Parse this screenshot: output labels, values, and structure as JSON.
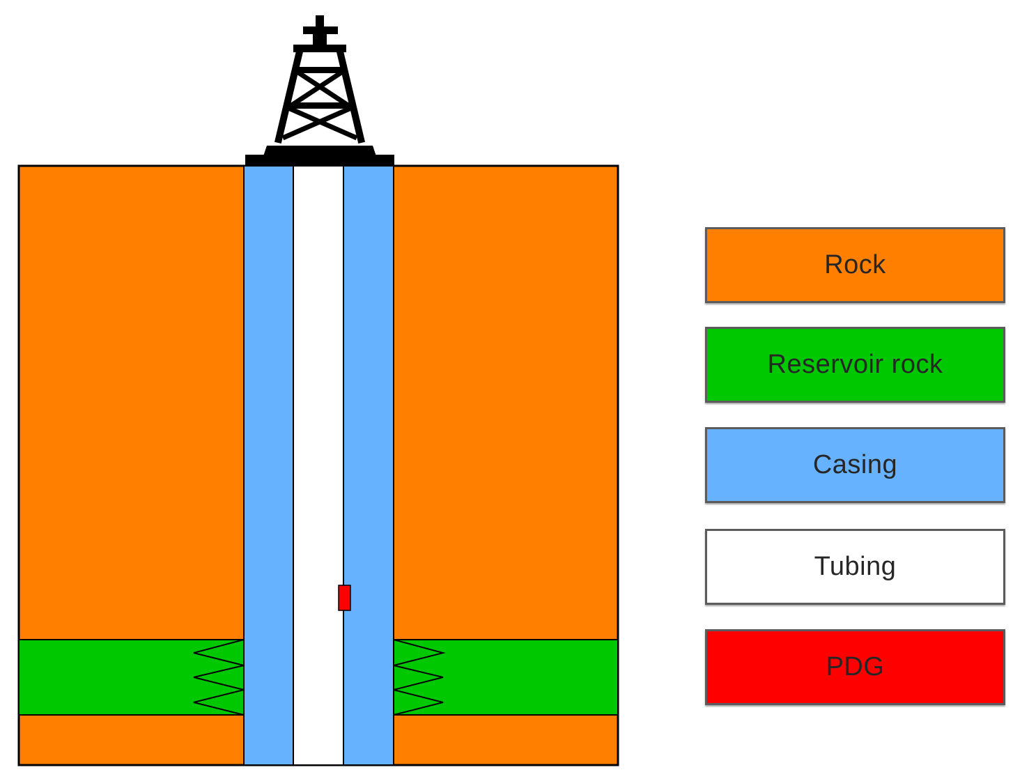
{
  "diagram": {
    "rig": {
      "icon": "oil-rig-icon"
    },
    "line_color": "#000000"
  },
  "legend": {
    "items": [
      {
        "label": "Rock",
        "color": "#FF8000"
      },
      {
        "label": "Reservoir rock",
        "color": "#00C800"
      },
      {
        "label": "Casing",
        "color": "#66B2FF"
      },
      {
        "label": "Tubing",
        "color": "#FFFFFF"
      },
      {
        "label": "PDG",
        "color": "#FF0000"
      }
    ]
  }
}
